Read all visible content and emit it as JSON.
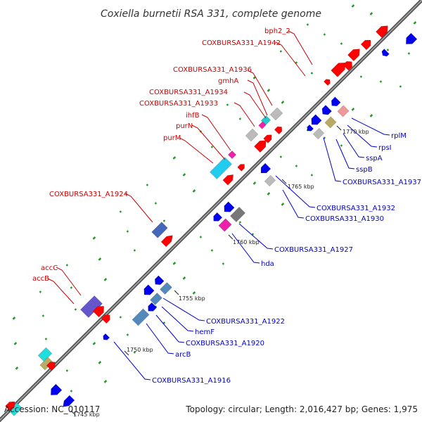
{
  "title": "Coxiella burnetii RSA 331, complete genome",
  "footer": {
    "accession": "Accession: NC_010117",
    "topology": "Topology: circular; Length: 2,016,427 bp; Genes: 1,975"
  },
  "colors": {
    "forward_label": "#cc0000",
    "reverse_label": "#0000cc",
    "forward_gene": "#ff0000",
    "reverse_gene": "#0000ee",
    "backbone": "#777777",
    "marker": "#229922"
  },
  "ticks": [
    {
      "label": "1750 kbp"
    },
    {
      "label": "1755 kbp"
    },
    {
      "label": "1760 kbp"
    },
    {
      "label": "1765 kbp"
    },
    {
      "label": "1770 kbp"
    },
    {
      "label": "1745 kbp"
    }
  ],
  "labels_forward": [
    "bph2_2",
    "COXBURSA331_A1942",
    "COXBURSA331_A1936",
    "gmhA",
    "COXBURSA331_A1934",
    "COXBURSA331_A1933",
    "ihfB",
    "purN",
    "purM",
    "COXBURSA331_A1924",
    "accC",
    "accB"
  ],
  "labels_reverse": [
    "rplM",
    "rpsI",
    "sspA",
    "sspB",
    "COXBURSA331_A1937",
    "COXBURSA331_A1932",
    "COXBURSA331_A1930",
    "COXBURSA331_A1927",
    "hda",
    "COXBURSA331_A1922",
    "hemF",
    "COXBURSA331_A1920",
    "arcB",
    "COXBURSA331_A1916"
  ]
}
